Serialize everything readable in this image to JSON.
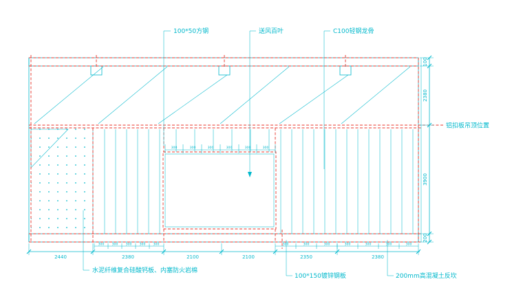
{
  "drawing": {
    "labels": {
      "square_steel": "100*50方钢",
      "air_louver": "送风百叶",
      "steel_keel": "C100轻钢龙骨",
      "ceiling_position": "铝扣板吊顶位置",
      "board_rockwool": "水泥纤维复合硅酸钙板、内塞防火岩棉",
      "galvanized_plate": "100*150镀锌钢板",
      "concrete_curb": "200mm高混凝土反坎"
    },
    "dims": {
      "bottom": [
        "2440",
        "2380",
        "2100",
        "2100",
        "2350",
        "2380"
      ],
      "right": [
        "100",
        "2380",
        "3900",
        "200"
      ],
      "small": "300"
    },
    "colors": {
      "line": "#00b8cc",
      "dashed": "#e8332a"
    }
  }
}
